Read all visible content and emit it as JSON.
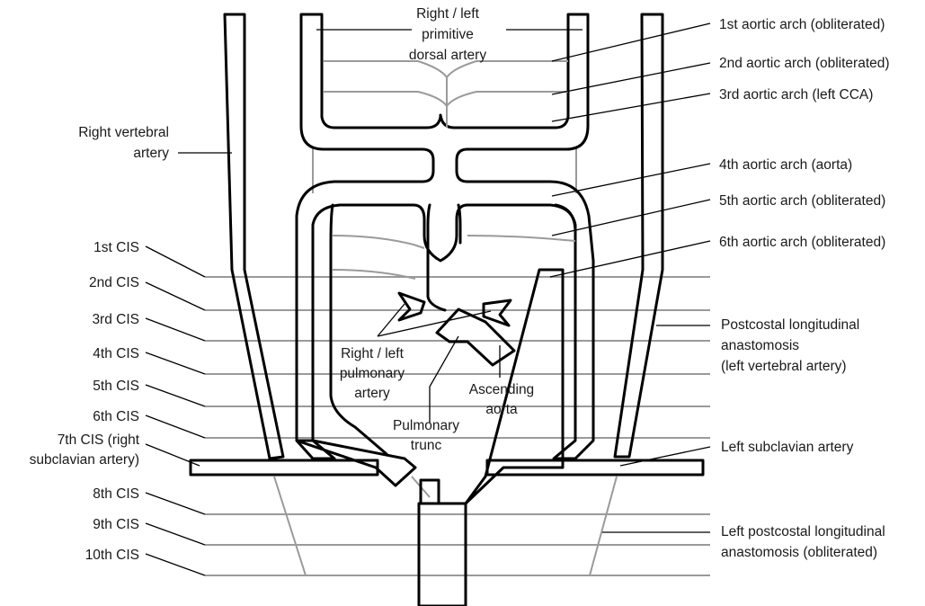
{
  "labels": {
    "top_center": [
      "Right / left",
      "primitive",
      "dorsal artery"
    ],
    "right_vertebral": [
      "Right vertebral",
      "artery"
    ],
    "arch1": "1st aortic arch (obliterated)",
    "arch2": "2nd aortic arch (obliterated)",
    "arch3": "3rd aortic arch (left CCA)",
    "arch4": "4th aortic arch (aorta)",
    "arch5": "5th aortic arch (obliterated)",
    "arch6": "6th aortic arch (obliterated)",
    "postcostal": [
      "Postcostal longitudinal",
      "anastomosis",
      "(left vertebral artery)"
    ],
    "left_subclavian": "Left subclavian artery",
    "left_postcostal": [
      "Left postcostal longitudinal",
      "anastomosis (obliterated)"
    ],
    "pulmonary_arteries": [
      "Right / left",
      "pulmonary",
      "artery"
    ],
    "pulmonary_trunk": [
      "Pulmonary",
      "trunc"
    ],
    "ascending_aorta": [
      "Ascending",
      "aorta"
    ],
    "cis": [
      "1st CIS",
      "2nd CIS",
      "3rd CIS",
      "4th CIS",
      "5th CIS",
      "6th CIS",
      "7th CIS (right",
      "subclavian artery)",
      "8th CIS",
      "9th CIS",
      "10th CIS"
    ]
  }
}
